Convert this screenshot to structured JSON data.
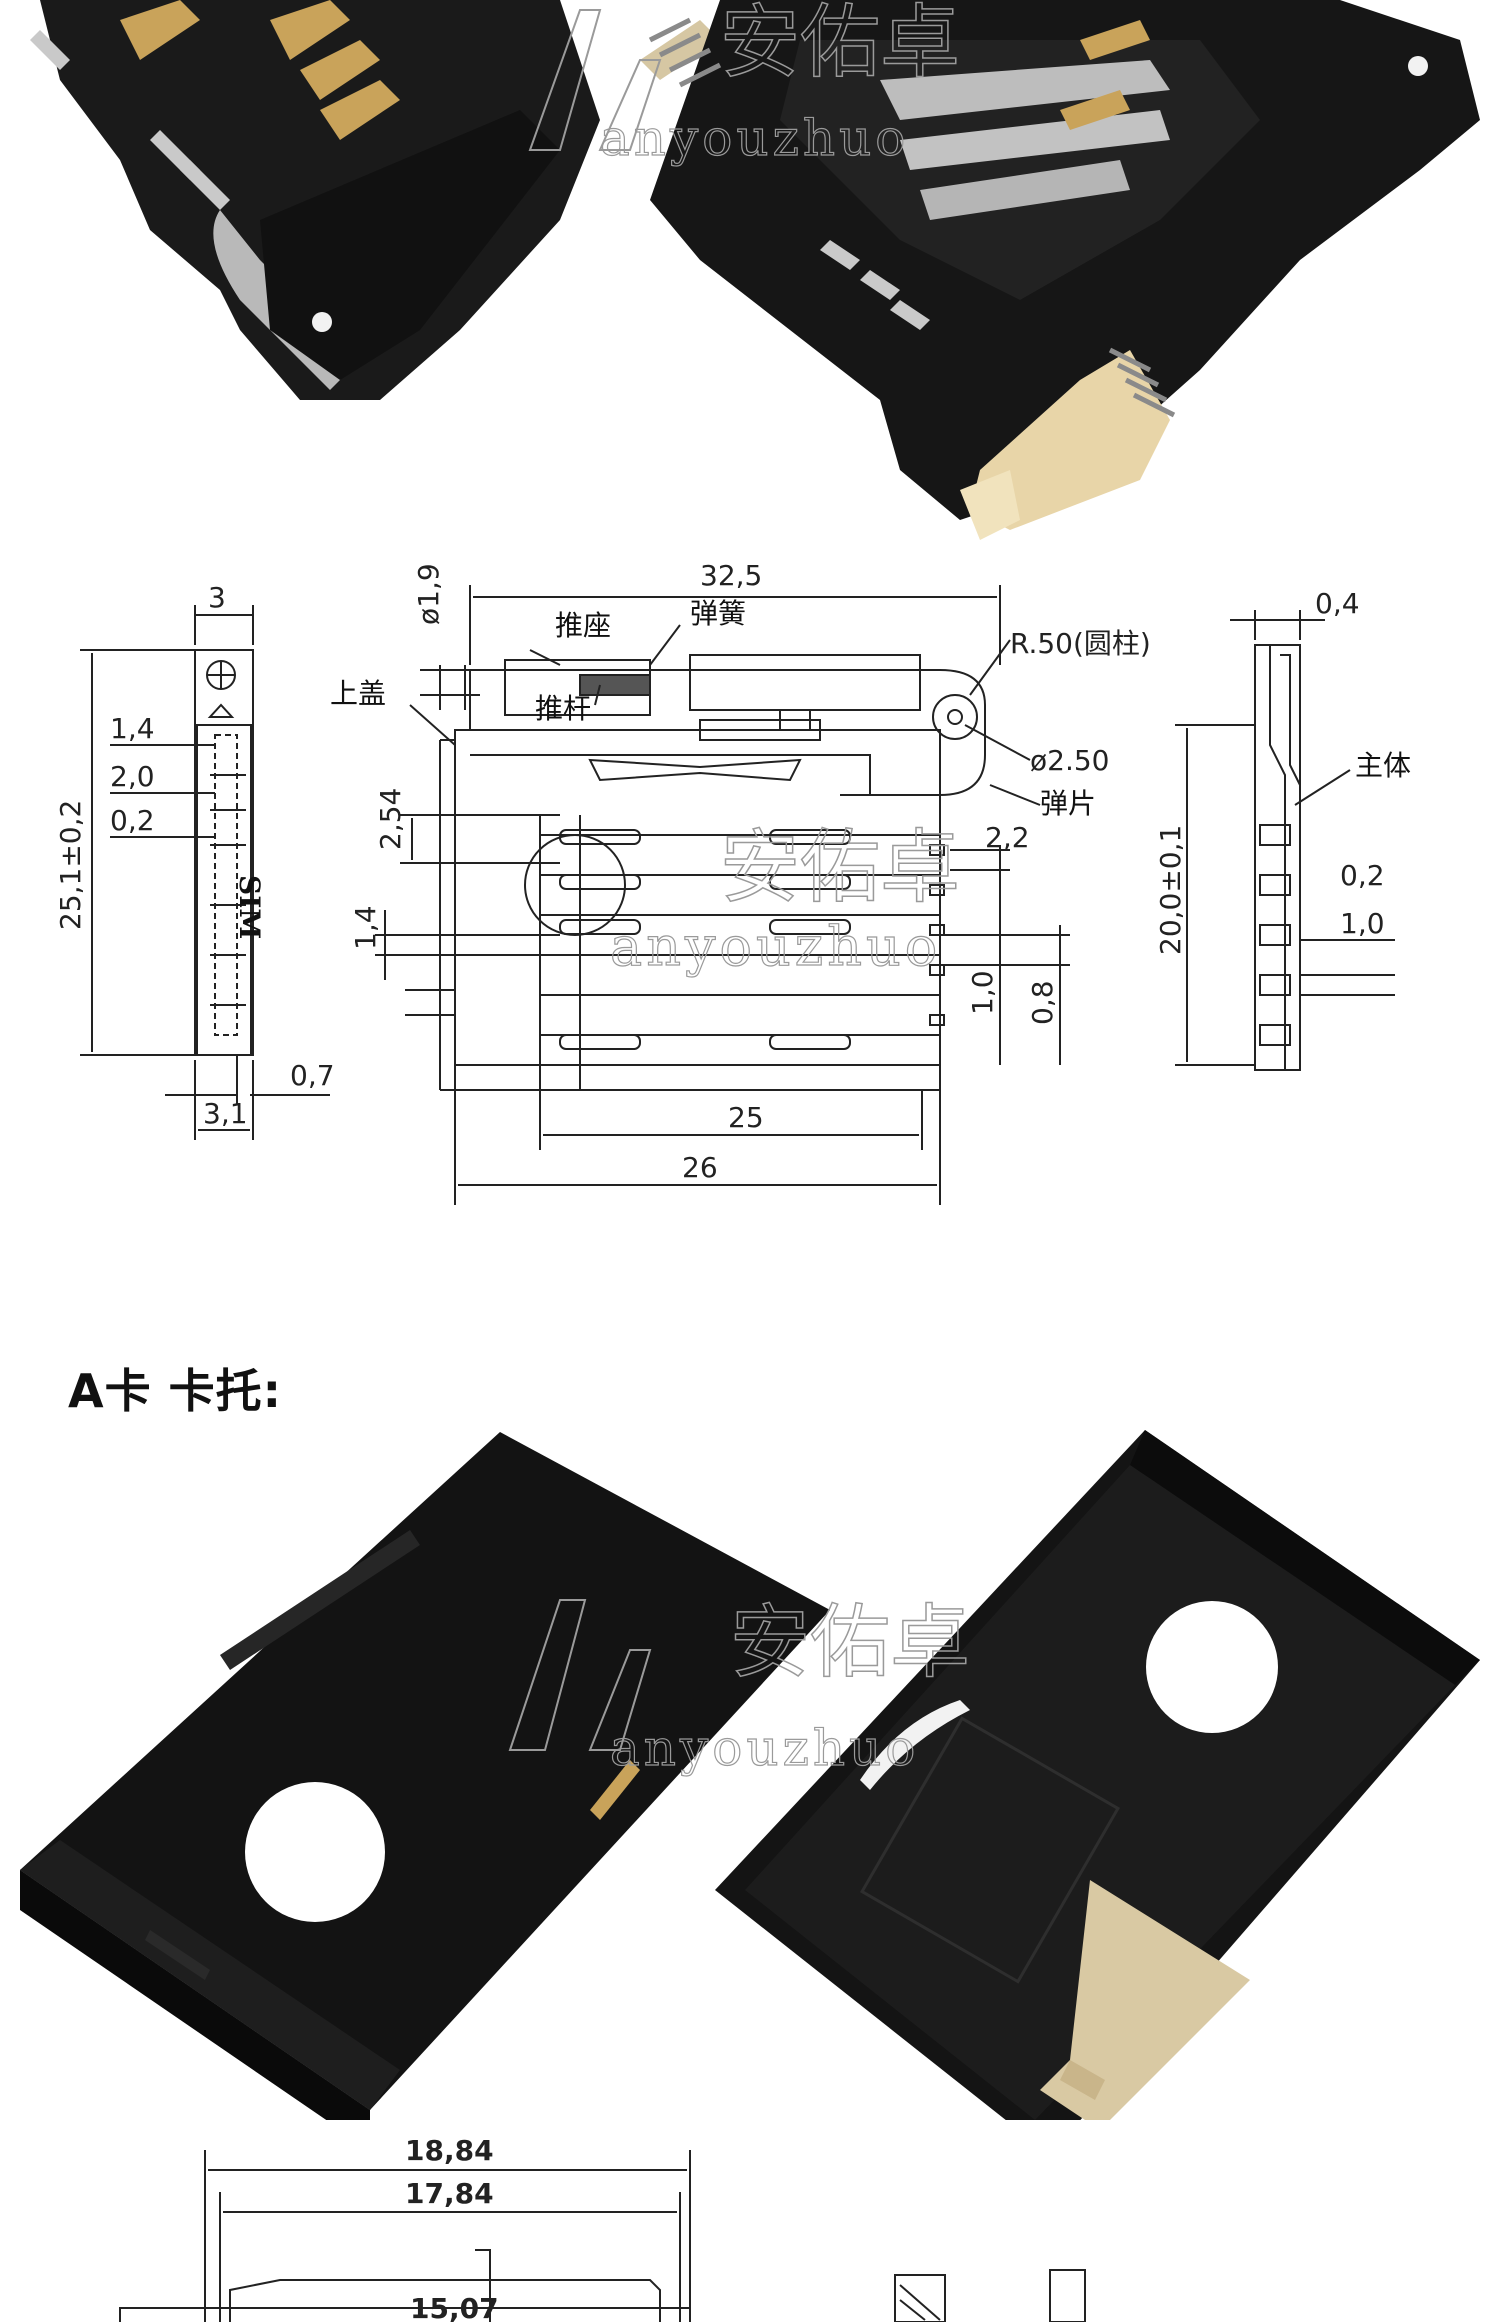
{
  "watermark": {
    "brand": "安佑卓",
    "brand_pinyin": "anyouzhuo"
  },
  "drawing_top": {
    "labels": {
      "push_seat": "推座",
      "spring": "弹簧",
      "push_rod": "推杆",
      "top_cover": "上盖",
      "radius_pillar": "R.50(圆柱)",
      "hole_diameter": "ø2.50",
      "spring_plate": "弹片",
      "main_body": "主体",
      "sim": "SIM"
    },
    "dimensions": {
      "d_3": "3",
      "d_1_4_left": "1,4",
      "d_2_0": "2,0",
      "d_0_2_left": "0,2",
      "d_25_1": "25,1±0,2",
      "d_0_7": "0,7",
      "d_3_1": "3,1",
      "d_1_9": "ø1,9",
      "d_32_5": "32,5",
      "d_2_54": "2,54",
      "d_1_4_mid": "1,4",
      "d_2_2": "2,2",
      "d_1_0_mid": "1,0",
      "d_0_8": "0,8",
      "d_25": "25",
      "d_26": "26",
      "d_0_4": "0,4",
      "d_20_0": "20,0±0,1",
      "d_0_2_right": "0,2",
      "d_1_0_right": "1,0"
    }
  },
  "section": {
    "heading": "A卡 卡托:"
  },
  "drawing_bottom": {
    "dimensions": {
      "d_18_84": "18,84",
      "d_17_84": "17,84",
      "d_15_07": "15,07"
    }
  }
}
